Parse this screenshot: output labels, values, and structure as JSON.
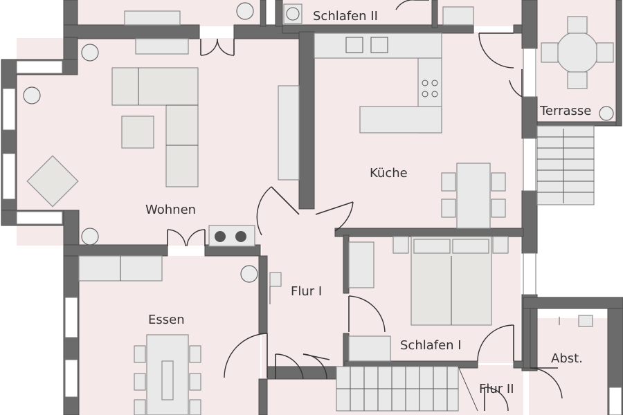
{
  "rooms": {
    "schlafen2": "Schlafen II",
    "terrasse": "Terrasse",
    "kueche": "Küche",
    "wohnen": "Wohnen",
    "flur1": "Flur I",
    "essen": "Essen",
    "schlafen1": "Schlafen I",
    "abst": "Abst.",
    "flur2": "Flur II"
  },
  "colors": {
    "floor": "#f5e9ea",
    "wall": "#6b6b6b",
    "label": "#333333"
  }
}
